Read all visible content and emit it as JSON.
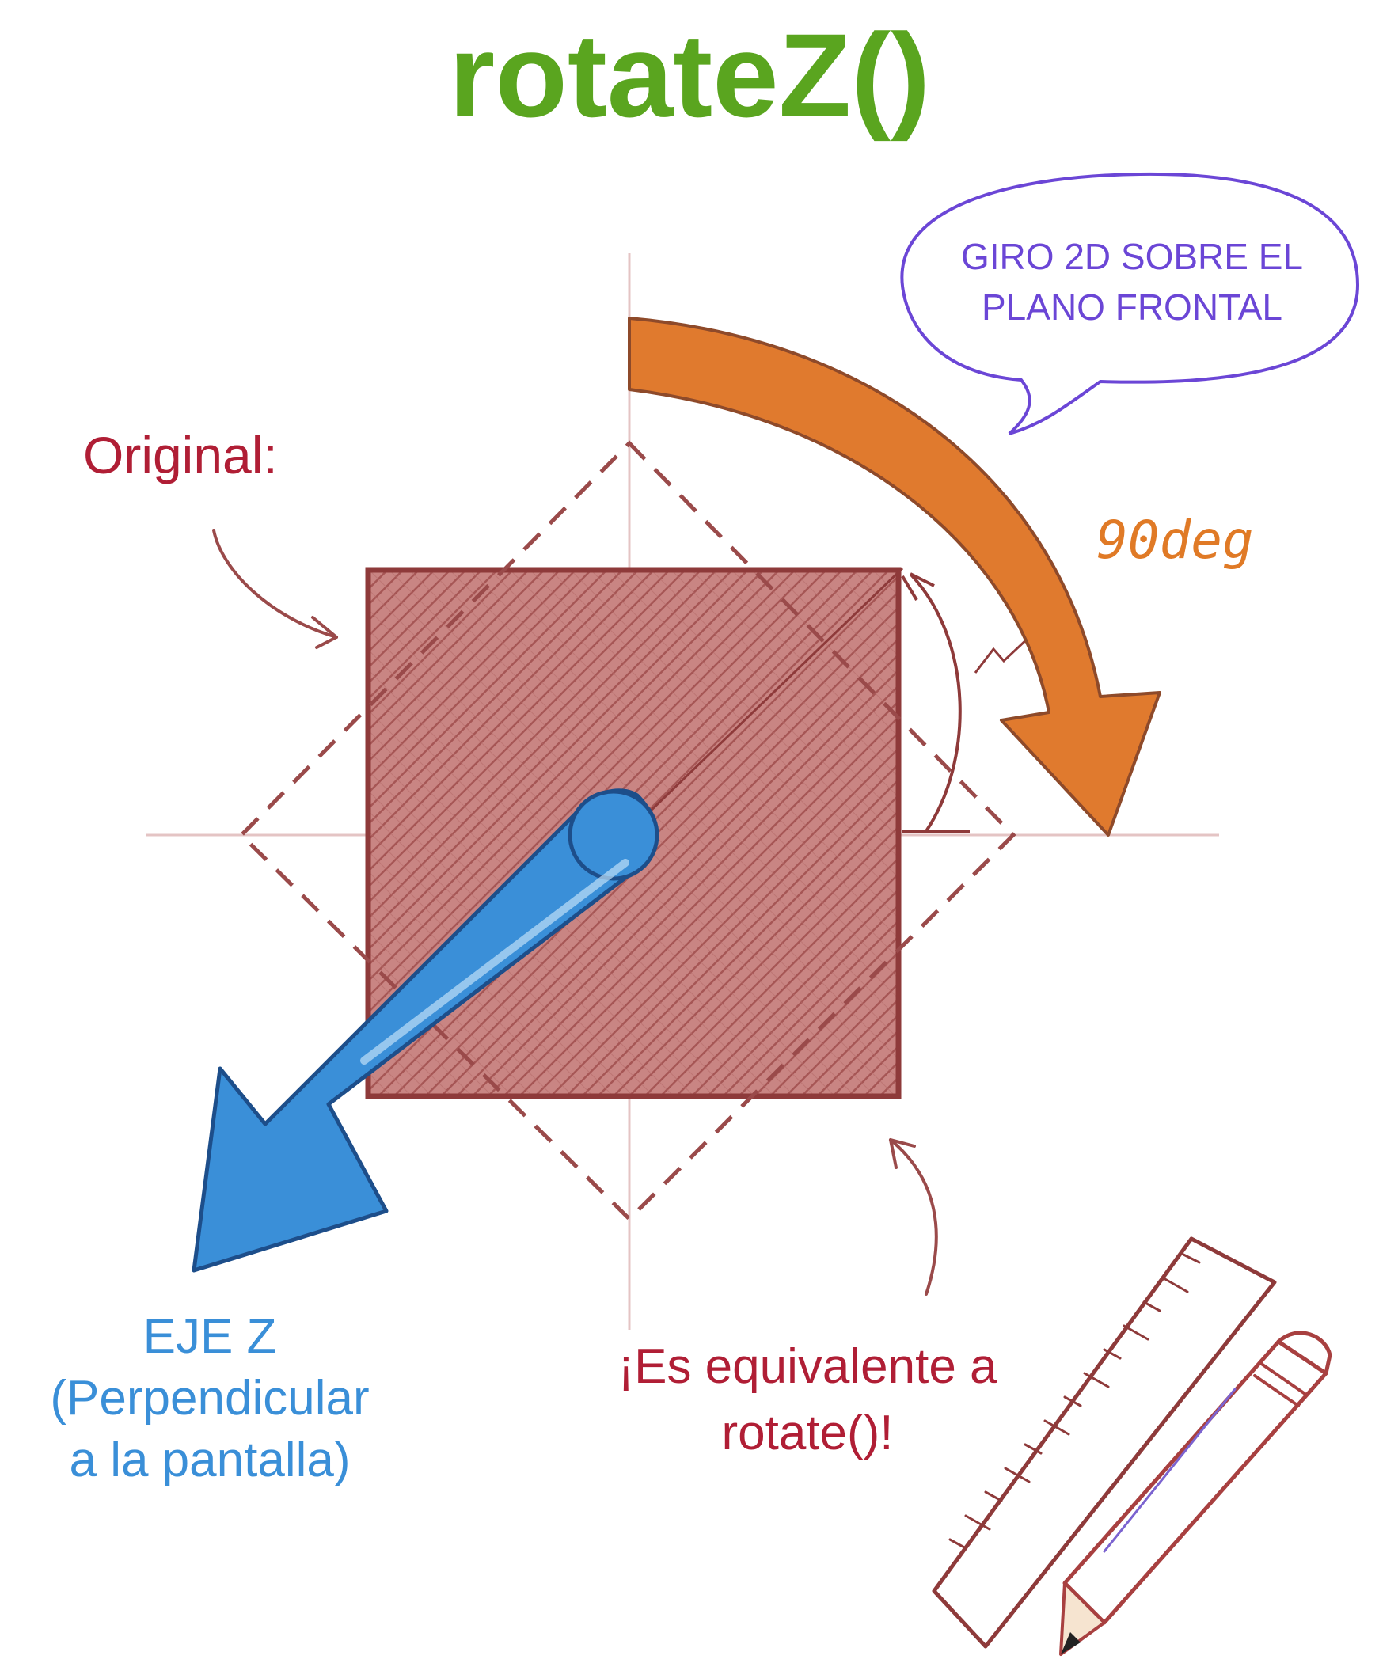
{
  "title": {
    "text": "rotateZ()",
    "color": "#5aa51f"
  },
  "bubble": {
    "lines": [
      "GIRO 2D SOBRE EL",
      "PLANO FRONTAL"
    ],
    "color": "#6b46d6"
  },
  "original_label": {
    "text": "Original:",
    "color": "#b01e35"
  },
  "angle_label": {
    "text": "90deg",
    "color": "#e07a26"
  },
  "axis_label": {
    "lines": [
      "EJE Z",
      "(Perpendicular",
      "a la pantalla)"
    ],
    "color": "#3a8fd8"
  },
  "equivalence_label": {
    "lines": [
      "¡Es equivalente a",
      "rotate()!"
    ],
    "color": "#b01e35"
  },
  "colors": {
    "square_fill": "#c98583",
    "square_edge": "#8e3a3a",
    "rotated_outline": "#9a4a4a",
    "rotation_arrow": "#e07a2e",
    "z_axis_arrow": "#3a8fd8",
    "guide_lines": "#e4c4c4",
    "ruler": "#8e3a3a",
    "pencil": "#a84040"
  },
  "icons": {
    "rotation": "curved-arrow-clockwise-icon",
    "z_axis": "arrow-down-left-icon",
    "tools": "ruler-and-pencil-icon"
  }
}
